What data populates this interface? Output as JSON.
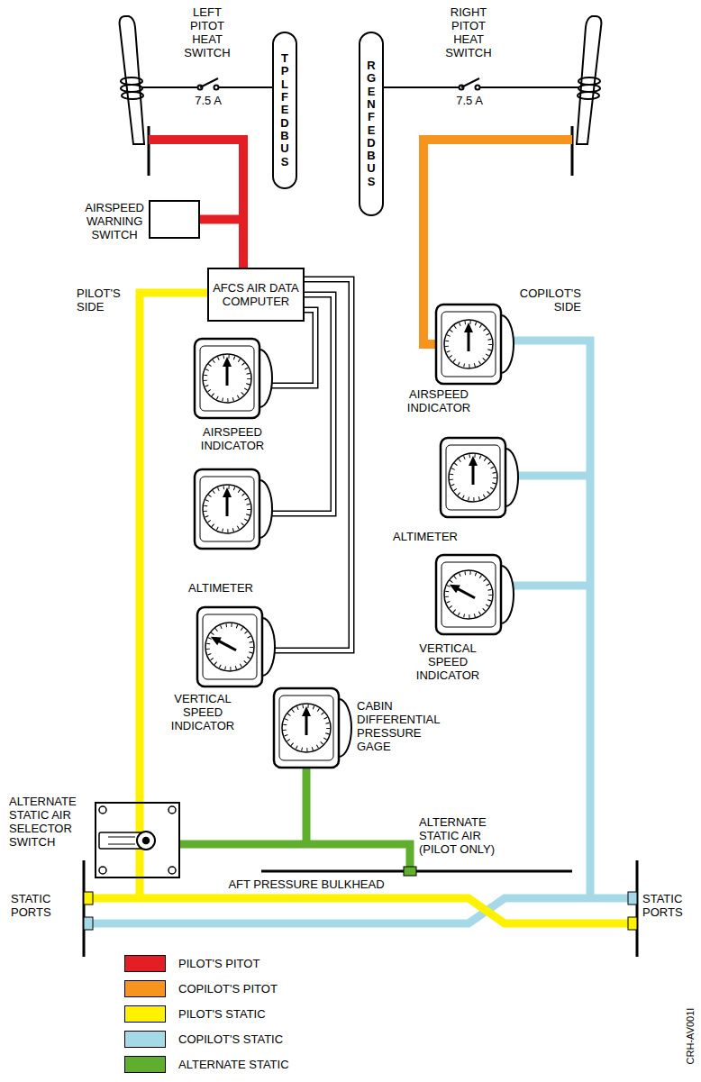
{
  "diagram": {
    "nodes": [
      {
        "text": [
          "TPL FED BUS"
        ]
      },
      {
        "text": [
          "R GEN FED BUS"
        ]
      },
      {
        "text": [
          "AIRSPEED WARNING SWITCH"
        ]
      },
      {
        "text": [
          "AFCS AIR DATA COMPUTER"
        ]
      },
      {
        "text": [
          "ALTERNATE STATIC AIR SELECTOR SWITCH"
        ]
      }
    ],
    "edges": [
      {
        "from": 2,
        "to": 3,
        "arrow": "none"
      }
    ],
    "labels": [
      "LEFT PITOT HEAT SWITCH",
      "7.5 A",
      "RIGHT PITOT HEAT SWITCH",
      "7.5 A",
      "PILOT'S SIDE",
      "COPILOT'S SIDE",
      "AIRSPEED INDICATOR",
      "ALTIMETER",
      "VERTICAL SPEED INDICATOR",
      "AIRSPEED INDICATOR",
      "ALTIMETER",
      "VERTICAL SPEED INDICATOR",
      "CABIN DIFFERENTIAL PRESSURE GAGE",
      "ALTERNATE STATIC AIR (PILOT ONLY)",
      "AFT PRESSURE BULKHEAD",
      "STATIC PORTS",
      "STATIC PORTS",
      "CRH-AV001I"
    ],
    "legend": [
      {
        "text": "PILOT'S PITOT",
        "color": "#e31e24"
      },
      {
        "text": "COPILOT'S PITOT",
        "color": "#f7941d"
      },
      {
        "text": "PILOT'S STATIC",
        "color": "#fff200"
      },
      {
        "text": "COPILOT'S STATIC",
        "color": "#a6d9e8"
      },
      {
        "text": "ALTERNATE STATIC",
        "color": "#5fae2e"
      }
    ]
  }
}
